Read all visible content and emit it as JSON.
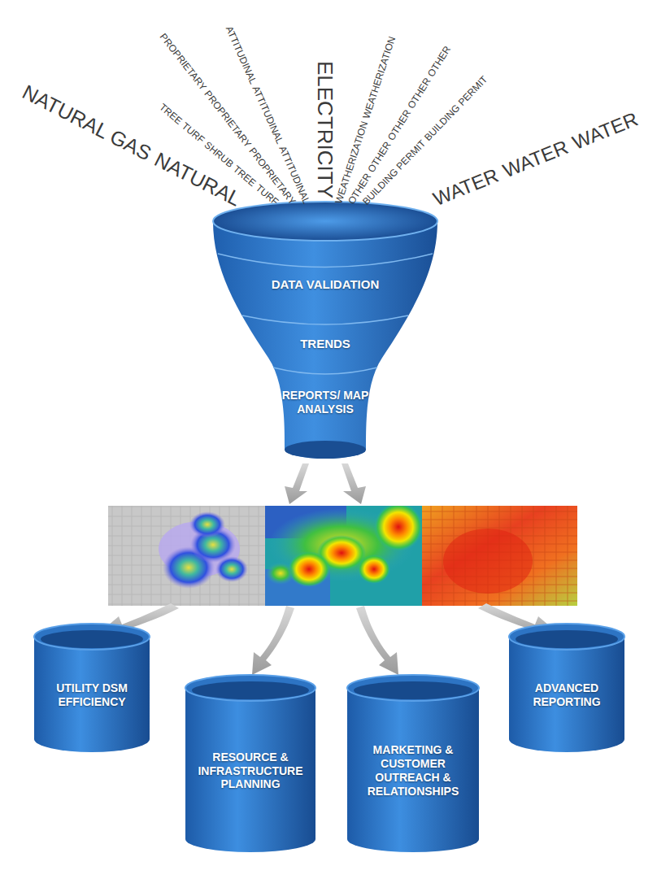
{
  "diagram": {
    "nodes": [
      {
        "text": [
          "DATA VALIDATION"
        ]
      },
      {
        "text": [
          "TRENDS"
        ]
      },
      {
        "text": [
          "REPORTS/ MAP ANALYSIS"
        ]
      },
      {
        "text": [
          "UTILITY DSM EFFICIENCY"
        ]
      },
      {
        "text": [
          "RESOURCE & INFRASTRUCTURE PLANNING"
        ]
      },
      {
        "text": [
          "MARKETING & CUSTOMER OUTREACH & RELATIONSHIPS"
        ]
      },
      {
        "text": [
          "ADVANCED REPORTING"
        ]
      }
    ],
    "labels": [
      "NATURAL GAS",
      "NATURAL",
      "TREE",
      "TURF",
      "SHRUB",
      "TREE",
      "TURF",
      "PROPRIETARY",
      "PROPRIETARY",
      "PROPRIETARY",
      "ATTITUDINAL",
      "ATTITUDINAL",
      "ATTITUDINAL",
      "ELECTRICITY",
      "WEATHERIZATION",
      "WEATHERIZATION",
      "OTHER",
      "OTHER",
      "OTHER",
      "OTHER",
      "OTHER",
      "BUILDING PERMIT",
      "BUILDING PERMIT",
      "WATER",
      "WATER",
      "WATER"
    ]
  }
}
